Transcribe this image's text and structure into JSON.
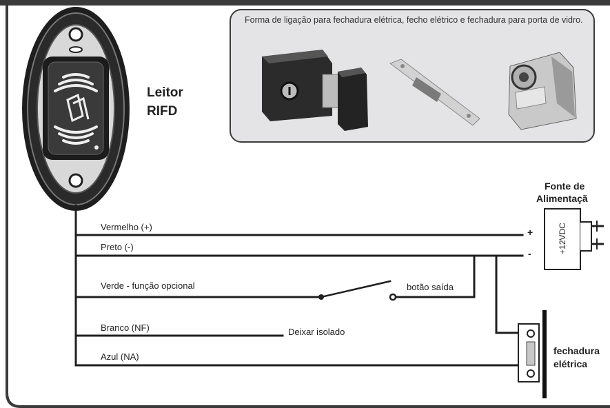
{
  "reader": {
    "label_line1": "Leitor",
    "label_line2": "RIFD"
  },
  "lock_panel": {
    "caption": "Forma de ligação para fechadura elétrica, fecho elétrico e fechadura para porta de vidro."
  },
  "power_supply": {
    "label_line1": "Fonte de",
    "label_line2": "Alimentaçã",
    "voltage": "+12VDC",
    "plus": "+",
    "minus": "-"
  },
  "wires": {
    "red": "Vermelho (+)",
    "black": "Preto (-)",
    "green": "Verde - função opcional",
    "white": "Branco (NF)",
    "blue": "Azul (NA)"
  },
  "exit_button": {
    "label": "botão saída"
  },
  "isolated_note": "Deixar isolado",
  "electric_lock": {
    "label_line1": "fechadura",
    "label_line2": "elétrica"
  },
  "colors": {
    "frame": "#3b3b3b",
    "panel_bg": "#e4e4e6",
    "reader_body": "#1e1e1e"
  }
}
